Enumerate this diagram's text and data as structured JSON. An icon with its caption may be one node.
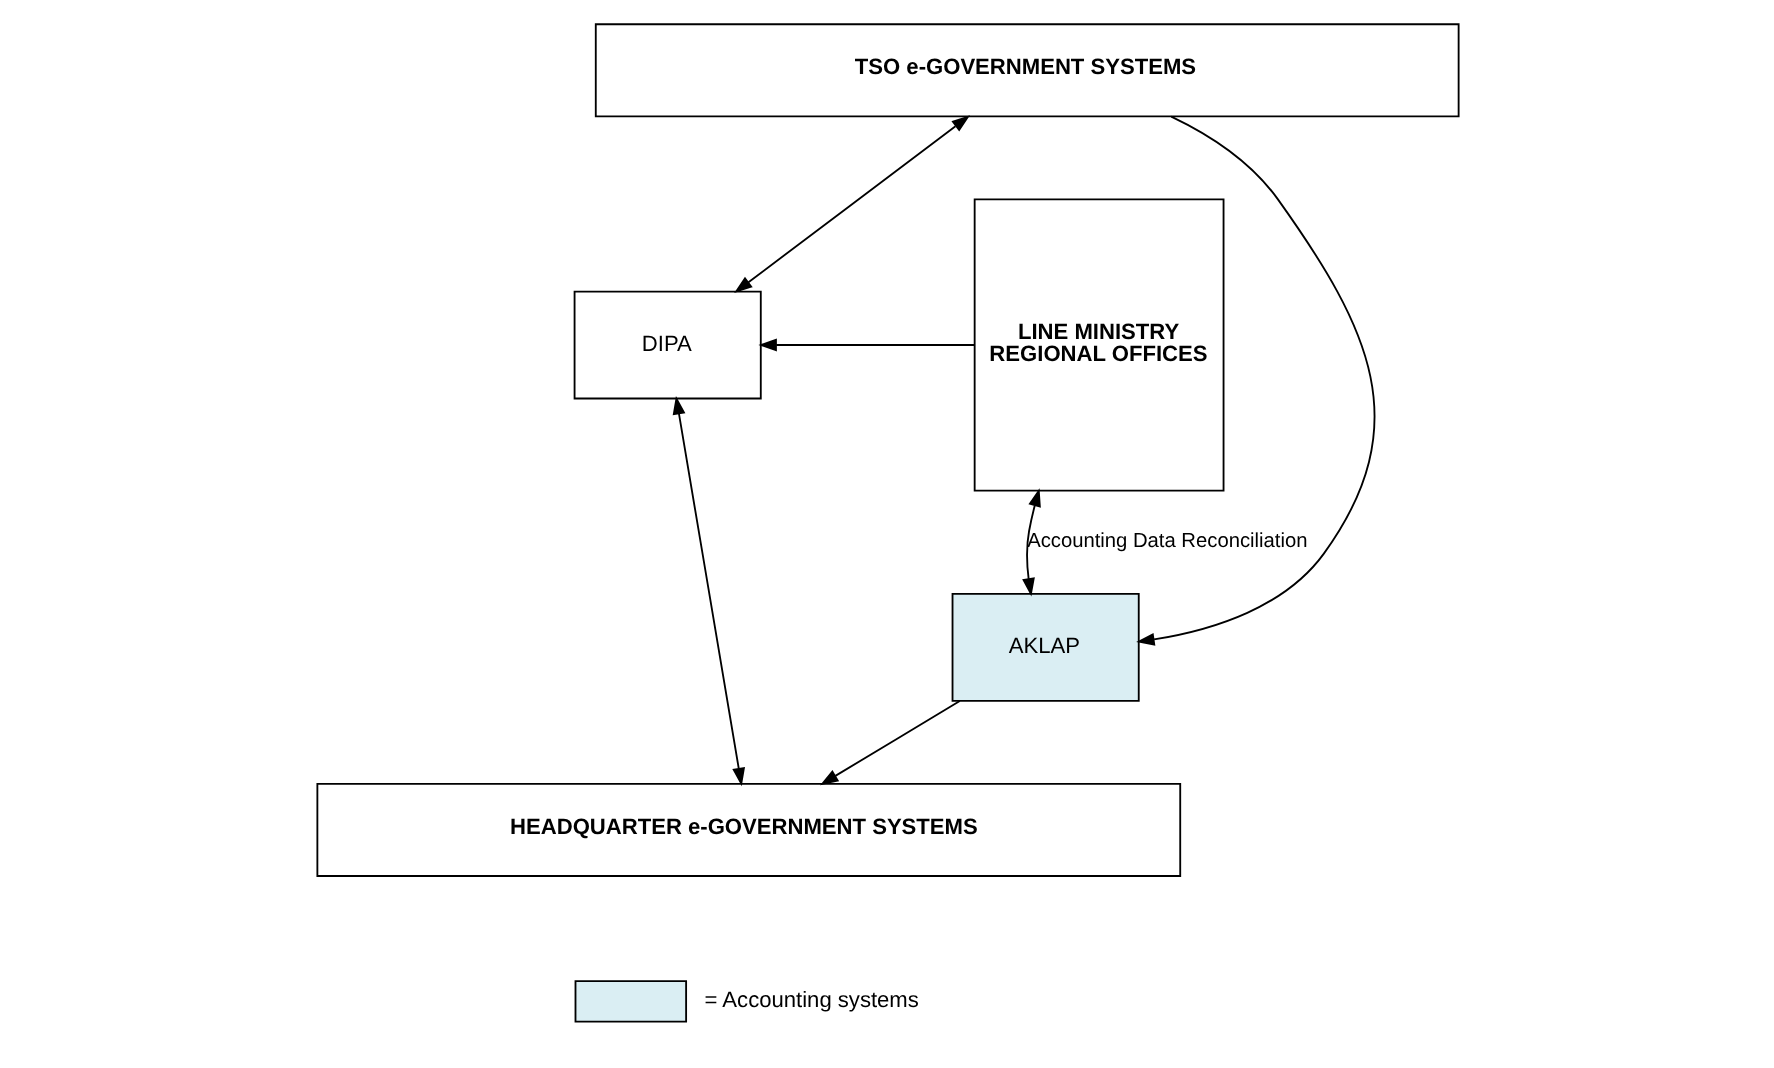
{
  "diagram": {
    "nodes": [
      {
        "text": [
          "TSO e-GOVERNMENT SYSTEMS"
        ]
      },
      {
        "text": [
          "LINE MINISTRY REGIONAL OFFICES"
        ]
      },
      {
        "text": [
          "DIPA"
        ]
      },
      {
        "text": [
          "AKLAP"
        ]
      },
      {
        "text": [
          "HEADQUARTER e-GOVERNMENT SYSTEMS"
        ]
      }
    ],
    "edges": [
      {
        "from": 0,
        "to": 2,
        "arrow": "both"
      },
      {
        "from": 1,
        "to": 2,
        "arrow": "to"
      },
      {
        "from": 0,
        "to": 3,
        "arrow": "to"
      },
      {
        "from": 1,
        "to": 3,
        "arrow": "both",
        "label": "Accounting Data Reconciliation"
      },
      {
        "from": 2,
        "to": 4,
        "arrow": "both"
      },
      {
        "from": 3,
        "to": 4,
        "arrow": "to"
      }
    ],
    "legend": [
      {
        "text": "= Accounting systems",
        "color": "#daeef3"
      }
    ]
  }
}
